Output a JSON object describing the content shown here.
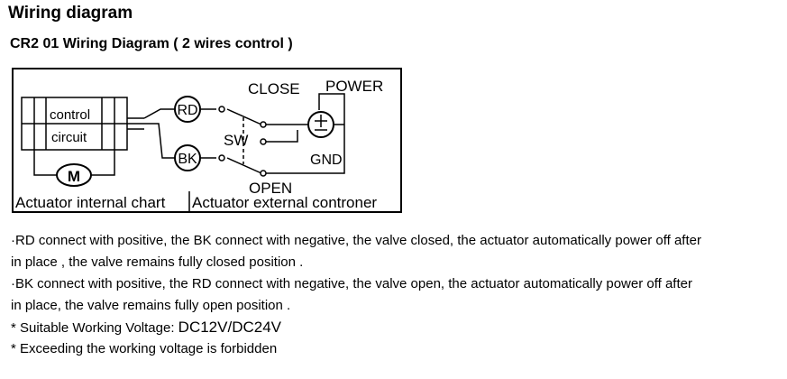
{
  "title": "Wiring diagram",
  "subtitle": "CR2 01 Wiring Diagram ( 2 wires control )",
  "diagram": {
    "labels": {
      "close": "CLOSE",
      "power": "POWER",
      "sw": "SW",
      "gnd": "GND",
      "open": "OPEN",
      "rd": "RD",
      "bk": "BK",
      "control": "control",
      "circuit": "circuit",
      "motor": "M",
      "internal": "Actuator internal chart",
      "external": "Actuator external controner"
    }
  },
  "notes": {
    "line1": "·RD connect with positive, the BK connect with negative, the valve closed, the actuator automatically power off after",
    "line2": "in place , the valve remains fully closed position .",
    "line3": "·BK connect with positive, the RD connect with negative, the valve open, the actuator automatically power off after",
    "line4": "in place, the valve remains fully open position .",
    "voltage_prefix": " * Suitable Working Voltage: ",
    "voltage_value": "DC12V/DC24V",
    "line6": " * Exceeding the working voltage is forbidden"
  }
}
